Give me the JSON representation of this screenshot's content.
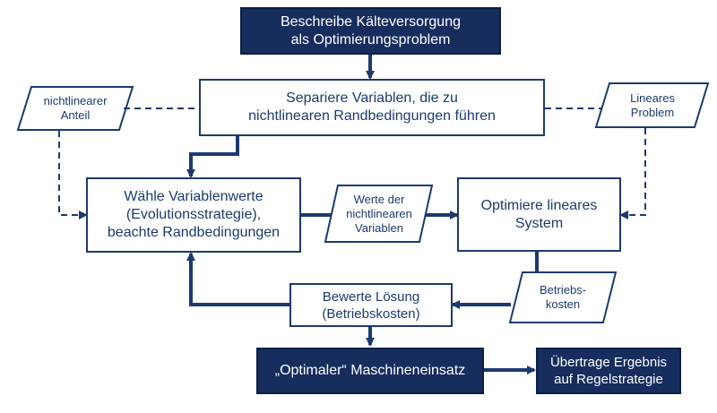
{
  "nodes": {
    "start": {
      "lines": [
        "Beschreibe Kälteversorgung",
        "als Optimierungsproblem"
      ]
    },
    "separate": {
      "lines": [
        "Separiere Variablen, die zu",
        "nichtlinearen Randbedingungen führen"
      ]
    },
    "nonlinear_part": {
      "lines": [
        "nichtlinearer",
        "Anteil"
      ]
    },
    "linear_problem": {
      "lines": [
        "Lineares",
        "Problem"
      ]
    },
    "choose_values": {
      "lines": [
        "Wähle Variablenwerte",
        "(Evolutionsstrategie),",
        "beachte Randbedingungen"
      ]
    },
    "nonlinear_values": {
      "lines": [
        "Werte der",
        "nichtlinearen",
        "Variablen"
      ]
    },
    "optimize_linear": {
      "lines": [
        "Optimiere lineares",
        "System"
      ]
    },
    "operating_costs": {
      "lines": [
        "Betriebs-",
        "kosten"
      ]
    },
    "evaluate": {
      "lines": [
        "Bewerte Lösung",
        "(Betriebskosten)"
      ]
    },
    "optimal": {
      "lines": [
        "„Optimaler“ Maschineneinsatz"
      ]
    },
    "transfer": {
      "lines": [
        "Übertrage Ergebnis",
        "auf Regelstrategie"
      ]
    }
  },
  "colors": {
    "dark_fill": "#162D5D",
    "stroke": "#1c3a6e",
    "text_on_dark": "#ffffff"
  }
}
